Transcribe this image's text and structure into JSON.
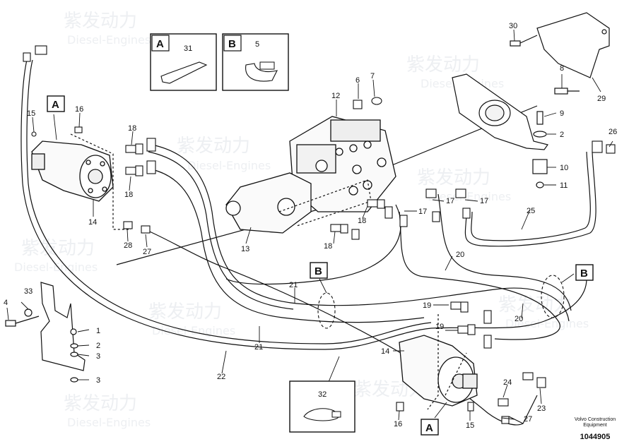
{
  "watermark": {
    "cn": "紫发动力",
    "en": "Diesel-Engines"
  },
  "callouts": {
    "a": "A",
    "b": "B"
  },
  "part_numbers": [
    "2",
    "3",
    "4",
    "5",
    "6",
    "7",
    "8",
    "9",
    "10",
    "11",
    "12",
    "13",
    "14",
    "15",
    "16",
    "17",
    "18",
    "19",
    "20",
    "21",
    "22",
    "23",
    "24",
    "25",
    "26",
    "27",
    "28",
    "29",
    "30",
    "31",
    "32",
    "33",
    "1"
  ],
  "footer": {
    "brand_line1": "Volvo Construction",
    "brand_line2": "Equipment",
    "doc_number": "1044905"
  }
}
